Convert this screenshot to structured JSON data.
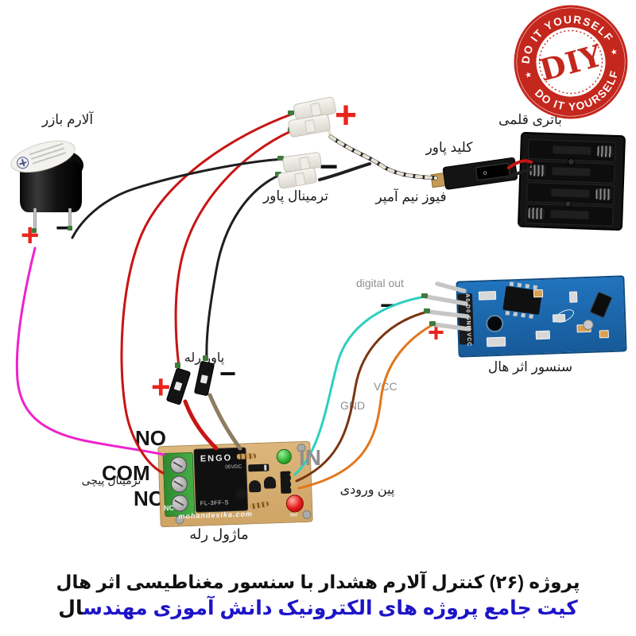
{
  "stamp": {
    "top": "DO IT YOURSELF",
    "bottom": "DO IT YOURSELF",
    "center": "DIY",
    "star": "★",
    "color": "#c4271d"
  },
  "labels": {
    "buzzer": "آلارم بازر",
    "power_terminal": "ترمینال پاور",
    "power_switch": "کلید پاور",
    "fuse": "فیوز نیم آمپر",
    "battery": "باتری قلمی",
    "hall_sensor": "سنسور اثر هال",
    "relay_power": "پاور رله",
    "screw_terminal": "ترمینال پیچی",
    "relay_module": "ماژول رله",
    "input_pin": "پین ورودی",
    "digital_out": "digital out",
    "vcc": "VCC",
    "gnd": "GND",
    "in": "IN",
    "no": "NO",
    "com": "COM",
    "nc": "NC",
    "plus": "+",
    "minus": "−"
  },
  "boards": {
    "relay": {
      "brand": "ENGO",
      "voltage": "05VDC",
      "model": "FL-3FF-S",
      "site": "mohandesika.com",
      "nc_silk": "NC",
      "red_silk": "red"
    },
    "sensor": {
      "pins_silk": "A0 D0 GND VCC"
    },
    "switch": {
      "mark": "o"
    }
  },
  "caption": {
    "line1": "پروژه (۲۶) کنترل آلارم هشدار با سنسور مغناطیسی اثر هال",
    "line2_blue": "کیت جامع پروژه های الکترونیک دانش آموزی مهندس",
    "line2_black": "ال"
  },
  "colors": {
    "wire_red": "#c81414",
    "wire_black": "#1f1f1f",
    "wire_magenta": "#ee22cc",
    "wire_teal": "#2ecfc0",
    "wire_brown": "#7a3511",
    "wire_orange": "#e2761b",
    "wire_grey_tail": "#8d7c60",
    "wire_white": "#e8e2d4",
    "pin_silver": "#c6c6c6",
    "label_gray": "#8f8f8f",
    "plus_red": "#e8251d",
    "caption_blue": "#1d14c8",
    "stamp_red": "#c4271d"
  }
}
